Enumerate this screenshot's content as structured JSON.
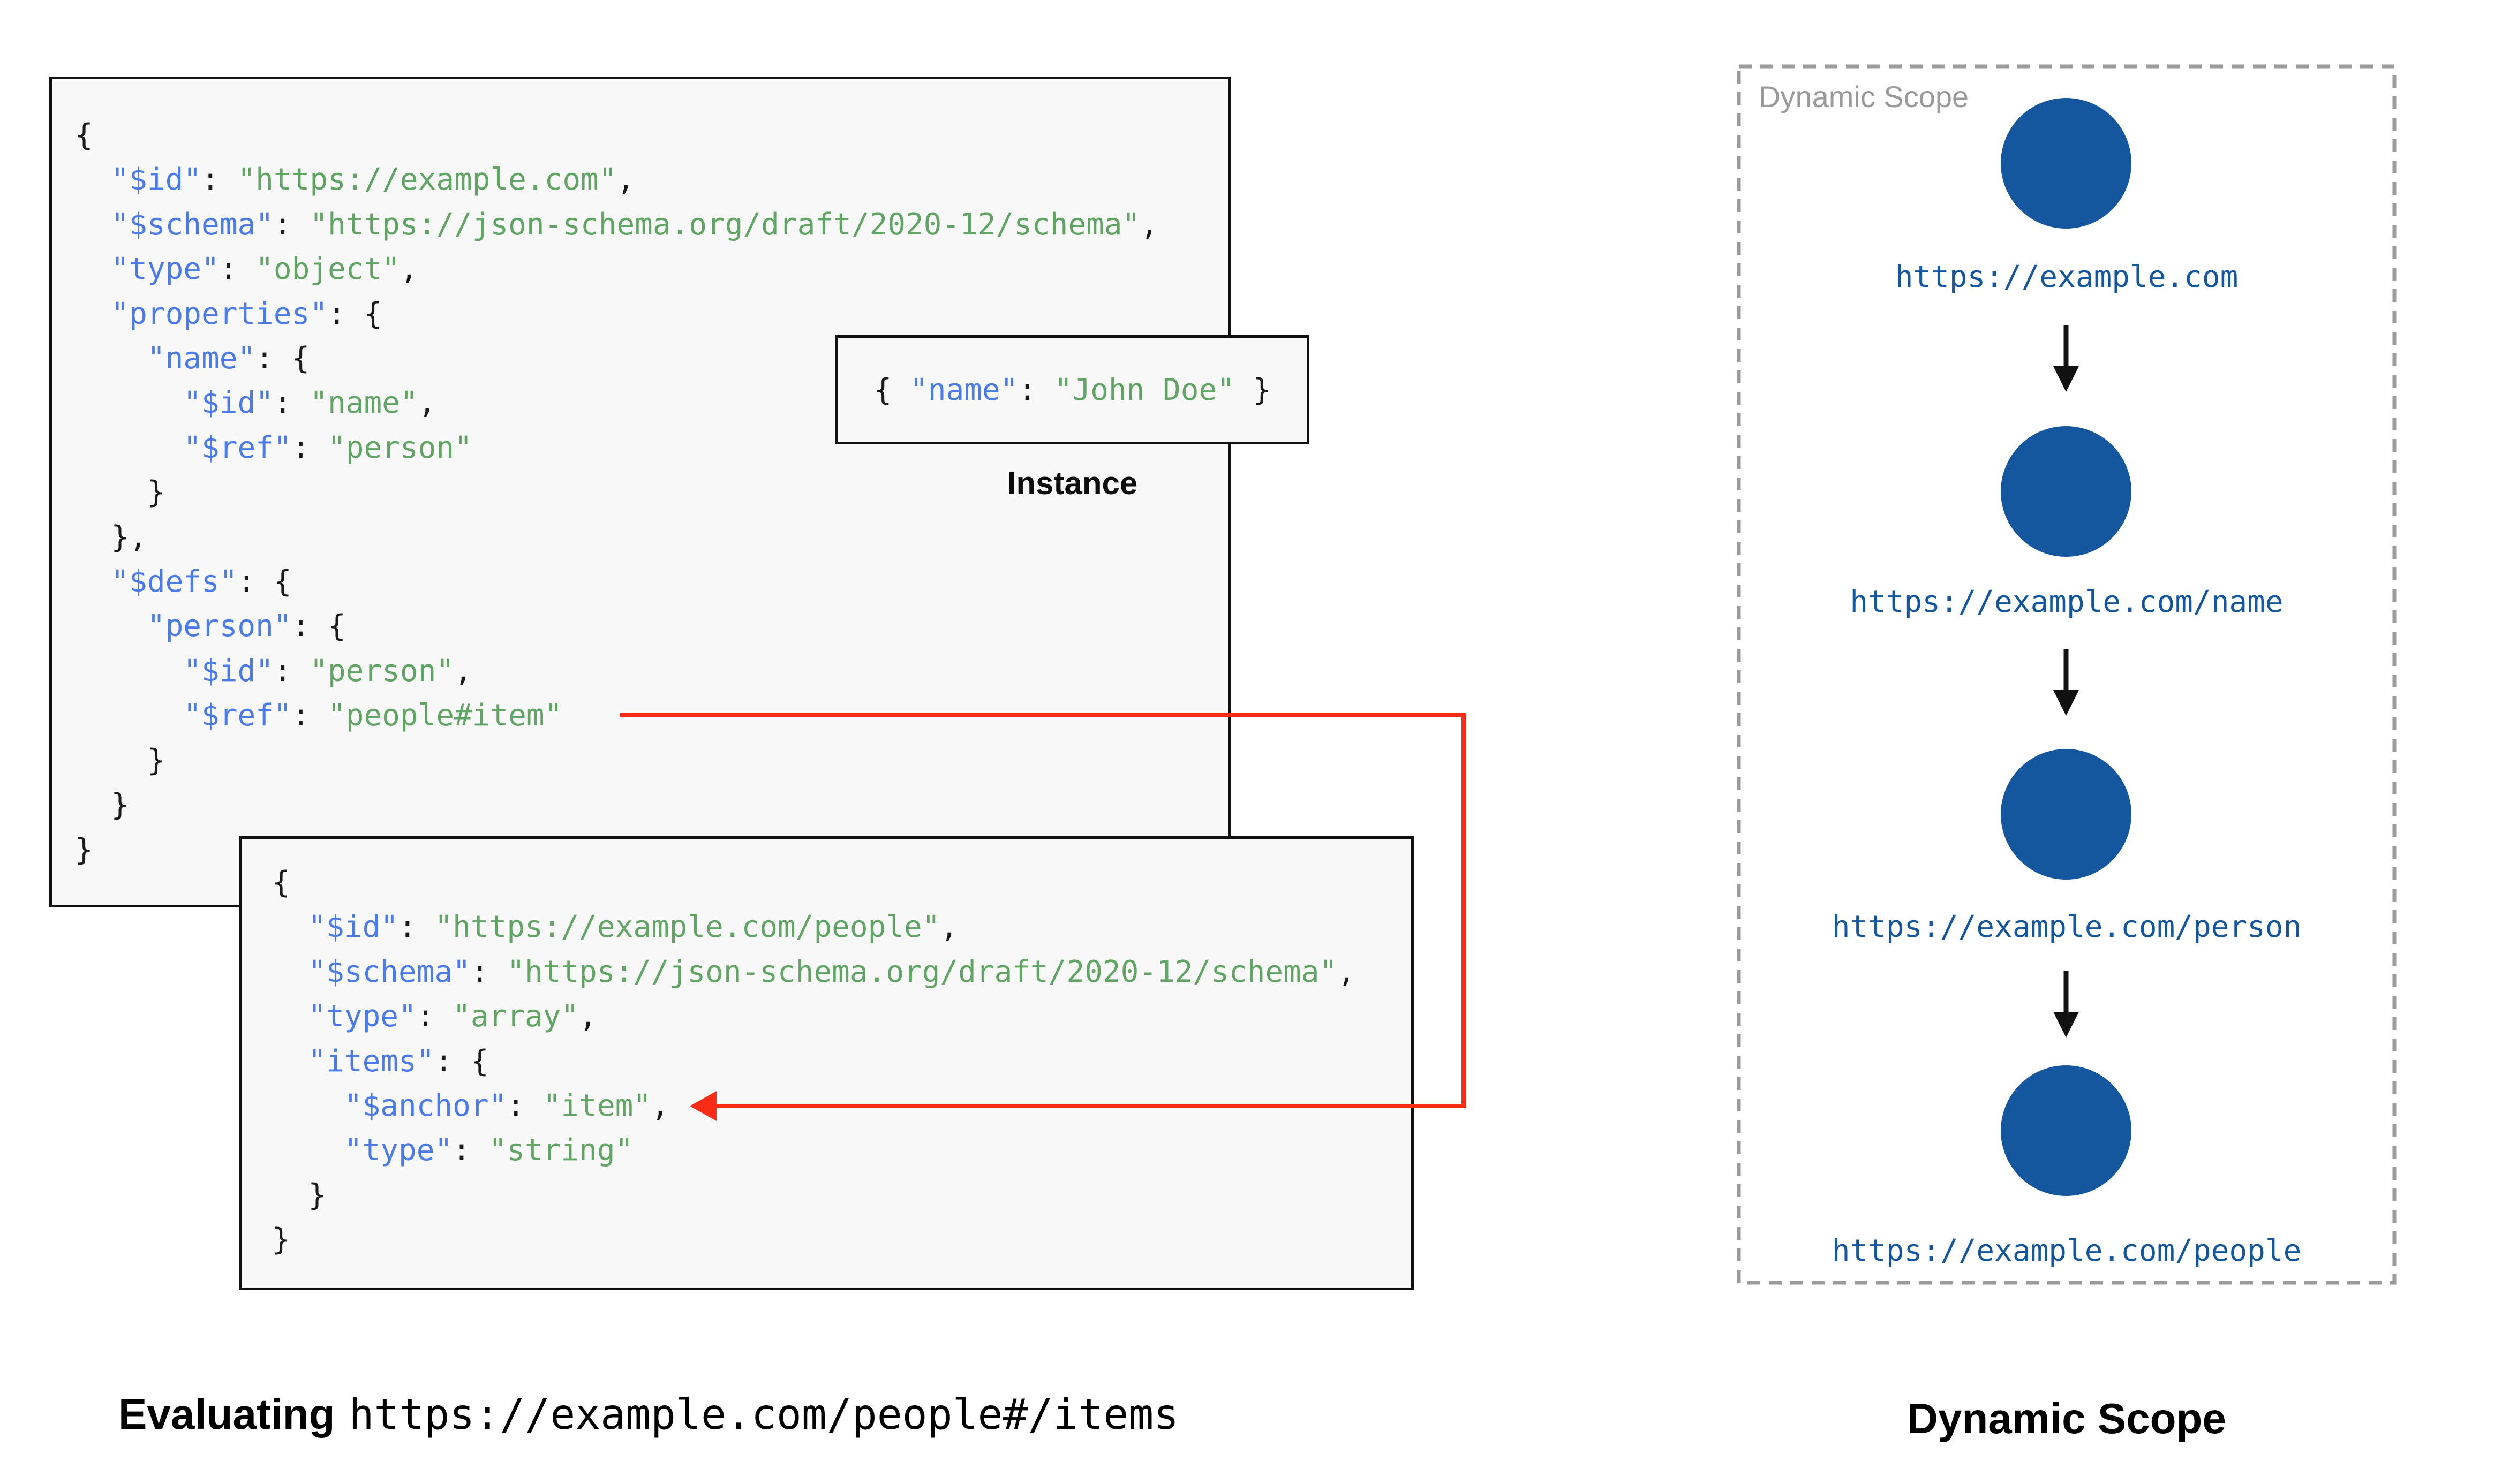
{
  "diagram": {
    "colors": {
      "key": "#4a7be8",
      "string": "#61a565",
      "punct": "#1a1a1a",
      "node": "#15579e",
      "red_arrow": "#f92c17",
      "panel_border": "#9b9b9b",
      "panel_label": "#9a9a9a",
      "box_bg": "#f8f8f8",
      "box_border": "#111111"
    },
    "schema_main": {
      "lines": [
        [
          [
            "p",
            "{"
          ]
        ],
        [
          [
            "p",
            "  "
          ],
          [
            "k",
            "\"$id\""
          ],
          [
            "p",
            ": "
          ],
          [
            "s",
            "\"https://example.com\""
          ],
          [
            "p",
            ","
          ]
        ],
        [
          [
            "p",
            "  "
          ],
          [
            "k",
            "\"$schema\""
          ],
          [
            "p",
            ": "
          ],
          [
            "s",
            "\"https://json-schema.org/draft/2020-12/schema\""
          ],
          [
            "p",
            ","
          ]
        ],
        [
          [
            "p",
            "  "
          ],
          [
            "k",
            "\"type\""
          ],
          [
            "p",
            ": "
          ],
          [
            "s",
            "\"object\""
          ],
          [
            "p",
            ","
          ]
        ],
        [
          [
            "p",
            "  "
          ],
          [
            "k",
            "\"properties\""
          ],
          [
            "p",
            ": {"
          ]
        ],
        [
          [
            "p",
            "    "
          ],
          [
            "k",
            "\"name\""
          ],
          [
            "p",
            ": {"
          ]
        ],
        [
          [
            "p",
            "      "
          ],
          [
            "k",
            "\"$id\""
          ],
          [
            "p",
            ": "
          ],
          [
            "s",
            "\"name\""
          ],
          [
            "p",
            ","
          ]
        ],
        [
          [
            "p",
            "      "
          ],
          [
            "k",
            "\"$ref\""
          ],
          [
            "p",
            ": "
          ],
          [
            "s",
            "\"person\""
          ]
        ],
        [
          [
            "p",
            "    }"
          ]
        ],
        [
          [
            "p",
            "  },"
          ]
        ],
        [
          [
            "p",
            "  "
          ],
          [
            "k",
            "\"$defs\""
          ],
          [
            "p",
            ": {"
          ]
        ],
        [
          [
            "p",
            "    "
          ],
          [
            "k",
            "\"person\""
          ],
          [
            "p",
            ": {"
          ]
        ],
        [
          [
            "p",
            "      "
          ],
          [
            "k",
            "\"$id\""
          ],
          [
            "p",
            ": "
          ],
          [
            "s",
            "\"person\""
          ],
          [
            "p",
            ","
          ]
        ],
        [
          [
            "p",
            "      "
          ],
          [
            "k",
            "\"$ref\""
          ],
          [
            "p",
            ": "
          ],
          [
            "s",
            "\"people#item\""
          ]
        ],
        [
          [
            "p",
            "    }"
          ]
        ],
        [
          [
            "p",
            "  }"
          ]
        ],
        [
          [
            "p",
            "}"
          ]
        ]
      ]
    },
    "schema_people": {
      "lines": [
        [
          [
            "p",
            "{"
          ]
        ],
        [
          [
            "p",
            "  "
          ],
          [
            "k",
            "\"$id\""
          ],
          [
            "p",
            ": "
          ],
          [
            "s",
            "\"https://example.com/people\""
          ],
          [
            "p",
            ","
          ]
        ],
        [
          [
            "p",
            "  "
          ],
          [
            "k",
            "\"$schema\""
          ],
          [
            "p",
            ": "
          ],
          [
            "s",
            "\"https://json-schema.org/draft/2020-12/schema\""
          ],
          [
            "p",
            ","
          ]
        ],
        [
          [
            "p",
            "  "
          ],
          [
            "k",
            "\"type\""
          ],
          [
            "p",
            ": "
          ],
          [
            "s",
            "\"array\""
          ],
          [
            "p",
            ","
          ]
        ],
        [
          [
            "p",
            "  "
          ],
          [
            "k",
            "\"items\""
          ],
          [
            "p",
            ": {"
          ]
        ],
        [
          [
            "p",
            "    "
          ],
          [
            "k",
            "\"$anchor\""
          ],
          [
            "p",
            ": "
          ],
          [
            "s",
            "\"item\""
          ],
          [
            "p",
            ","
          ]
        ],
        [
          [
            "p",
            "    "
          ],
          [
            "k",
            "\"type\""
          ],
          [
            "p",
            ": "
          ],
          [
            "s",
            "\"string\""
          ]
        ],
        [
          [
            "p",
            "  }"
          ]
        ],
        [
          [
            "p",
            "}"
          ]
        ]
      ]
    },
    "instance": {
      "tokens": [
        [
          "p",
          "{ "
        ],
        [
          "k",
          "\"name\""
        ],
        [
          "p",
          ": "
        ],
        [
          "s",
          "\"John Doe\""
        ],
        [
          "p",
          " }"
        ]
      ],
      "label": "Instance"
    },
    "evaluating_caption": {
      "prefix": "Evaluating",
      "uri": "https://example.com/people#/items"
    },
    "dynamic_scope": {
      "panel_label": "Dynamic Scope",
      "caption": "Dynamic Scope",
      "nodes": [
        {
          "label": "https://example.com"
        },
        {
          "label": "https://example.com/name"
        },
        {
          "label": "https://example.com/person"
        },
        {
          "label": "https://example.com/people"
        }
      ]
    }
  }
}
